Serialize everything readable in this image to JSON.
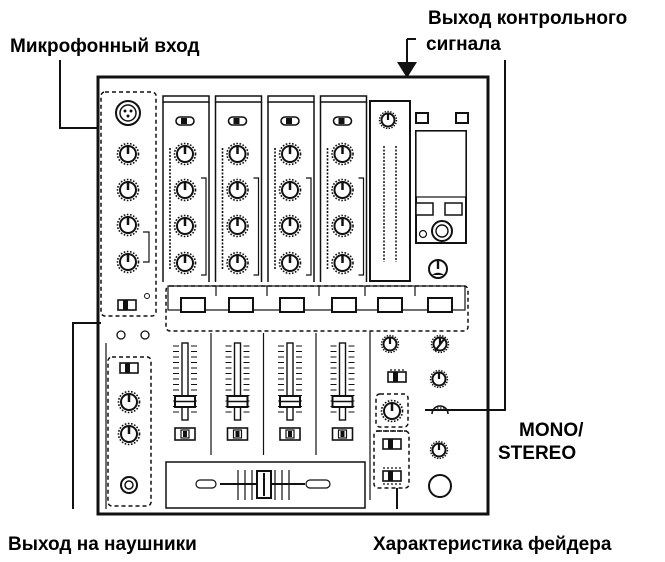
{
  "labels": {
    "mic_input": "Микрофонный вход",
    "monitor_out_line1": "Выход контрольного",
    "monitor_out_line2": "сигнала",
    "mono_stereo_line1": "MONO/",
    "mono_stereo_line2": "STEREO",
    "headphones_out": "Выход на наушники",
    "fader_curve": "Характеристика фейдера"
  },
  "mixer": {
    "channel_count": 4,
    "colors": {
      "line": "#111111",
      "panel": "#ffffff",
      "background": "#ffffff"
    }
  }
}
